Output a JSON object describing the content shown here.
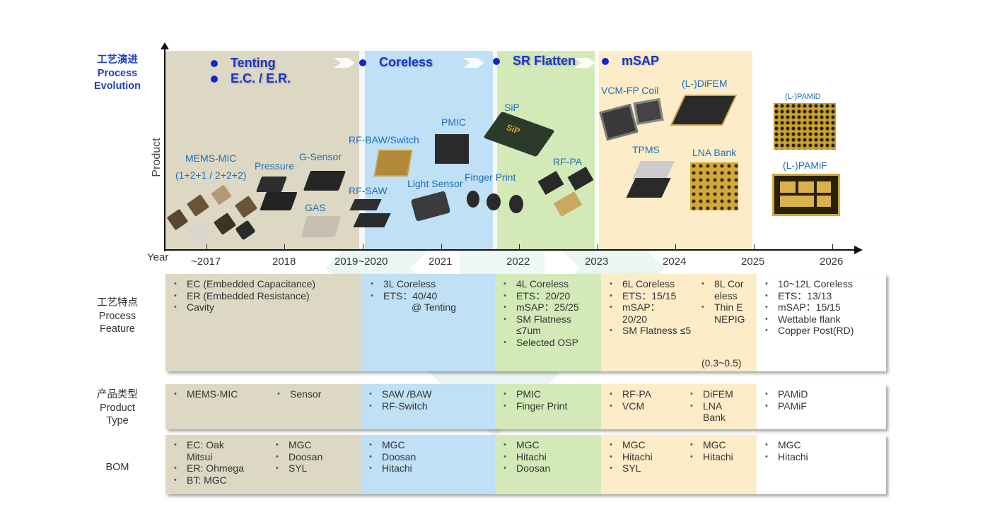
{
  "colors": {
    "tan": "#ddd8c4",
    "blue": "#bfe0f5",
    "green": "#d3eab8",
    "orange": "#fdecc8",
    "white": "#ffffff",
    "label_blue": "#1f6fb8",
    "era_blue": "#1a35c8"
  },
  "row_labels": {
    "evolution": [
      "工艺演进",
      "Process",
      "Evolution"
    ],
    "feature": [
      "工艺特点",
      "Process",
      "Feature"
    ],
    "product_type": [
      "产品类型",
      "Product",
      "Type"
    ],
    "bom": "BOM"
  },
  "axis": {
    "y_label": "Product",
    "x_label": "Year",
    "ticks": [
      "~2017",
      "2018",
      "2019~2020",
      "2021",
      "2022",
      "2023",
      "2024",
      "2025",
      "2026"
    ]
  },
  "eras": [
    {
      "lines": [
        "Tenting",
        "E.C. / E.R."
      ]
    },
    {
      "lines": [
        "Coreless"
      ]
    },
    {
      "lines": [
        "SR Flatten"
      ]
    },
    {
      "lines": [
        "mSAP"
      ]
    }
  ],
  "products": {
    "mems_mic": "MEMS-MIC",
    "mems_mic_sub": "(1+2+1 / 2+2+2)",
    "pressure": "Pressure",
    "g_sensor": "G-Sensor",
    "gas": "GAS",
    "rf_baw": "RF-BAW/Switch",
    "rf_saw": "RF-SAW",
    "pmic": "PMIC",
    "light_sensor": "Light Sensor",
    "sip": "SiP",
    "finger_print": "Finger Print",
    "rf_pa": "RF-PA",
    "vcm": "VCM-FP Coil",
    "difem": "(L-)DiFEM",
    "tpms": "TPMS",
    "lna": "LNA Bank",
    "pamid": "(L-)PAMiD",
    "pamif": "(L-)PAMiF",
    "sip_mark": "SiP"
  },
  "features": [
    {
      "col1": [
        "EC (Embedded Capacitance)",
        "ER (Embedded Resistance)",
        "Cavity"
      ]
    },
    {
      "col1": [
        "3L Coreless",
        "ETS：40/40"
      ],
      "note": "@ Tenting"
    },
    {
      "col1": [
        "4L Coreless",
        "ETS：20/20",
        "mSAP：25/25",
        "SM Flatness ≤7um",
        "Selected OSP"
      ]
    },
    {
      "col1": [
        "6L Coreless",
        "ETS：15/15",
        "mSAP：20/20",
        "SM Flatness ≤5"
      ],
      "col2": [
        "8L Coreless",
        "Thin ENEPIG"
      ],
      "note": "(0.3~0.5)"
    },
    {
      "col1": [
        "10~12L Coreless",
        "ETS：13/13",
        "mSAP：15/15",
        "Wettable flank",
        "Copper Post(RD)"
      ]
    }
  ],
  "product_types": [
    {
      "col1": [
        "MEMS-MIC"
      ],
      "col2": [
        "Sensor"
      ]
    },
    {
      "col1": [
        "SAW /BAW",
        "RF-Switch"
      ]
    },
    {
      "col1": [
        "PMIC",
        "Finger Print"
      ]
    },
    {
      "col1": [
        "RF-PA",
        "VCM"
      ],
      "col2": [
        "DiFEM",
        "LNA Bank"
      ]
    },
    {
      "col1": [
        "PAMiD",
        "PAMiF"
      ]
    }
  ],
  "bom": [
    {
      "col1": [
        "EC: Oak Mitsui",
        "ER: Ohmega",
        "BT: MGC"
      ],
      "col2": [
        "MGC",
        "Doosan",
        "SYL"
      ]
    },
    {
      "col1": [
        "MGC",
        "Doosan",
        "Hitachi"
      ]
    },
    {
      "col1": [
        "MGC",
        "Hitachi",
        "Doosan"
      ]
    },
    {
      "col1": [
        "MGC",
        "Hitachi",
        "SYL"
      ],
      "col2": [
        "MGC",
        "Hitachi"
      ]
    },
    {
      "col1": [
        "MGC",
        "Hitachi"
      ]
    }
  ]
}
